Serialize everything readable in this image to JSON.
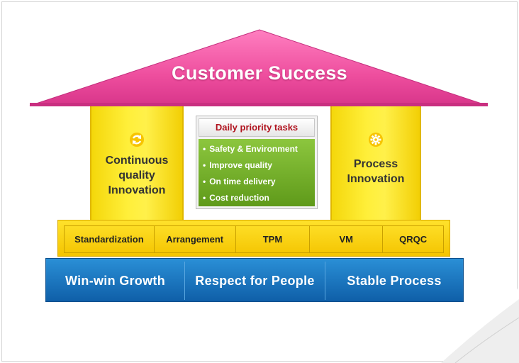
{
  "roof": {
    "title": "Customer Success",
    "color": "#f0559e"
  },
  "left_pillar": {
    "label_line1": "Continuous",
    "label_line2": "quality",
    "label_line3": "Innovation",
    "icon": "refresh-icon"
  },
  "right_pillar": {
    "label_line1": "Process",
    "label_line2": "Innovation",
    "icon": "gear-icon"
  },
  "priority": {
    "title": "Daily priority tasks",
    "items": [
      "Safety & Environment",
      "Improve quality",
      "On time delivery",
      "Cost reduction"
    ]
  },
  "pedestal": {
    "items": [
      "Standardization",
      "Arrangement",
      "TPM",
      "VM",
      "QRQC"
    ]
  },
  "foundation": {
    "items": [
      "Win-win Growth",
      "Respect for People",
      "Stable Process"
    ]
  },
  "colors": {
    "pillar": "#ffe92a",
    "green": "#7ab52f",
    "blue": "#1776c4",
    "title_red": "#b0121d"
  }
}
